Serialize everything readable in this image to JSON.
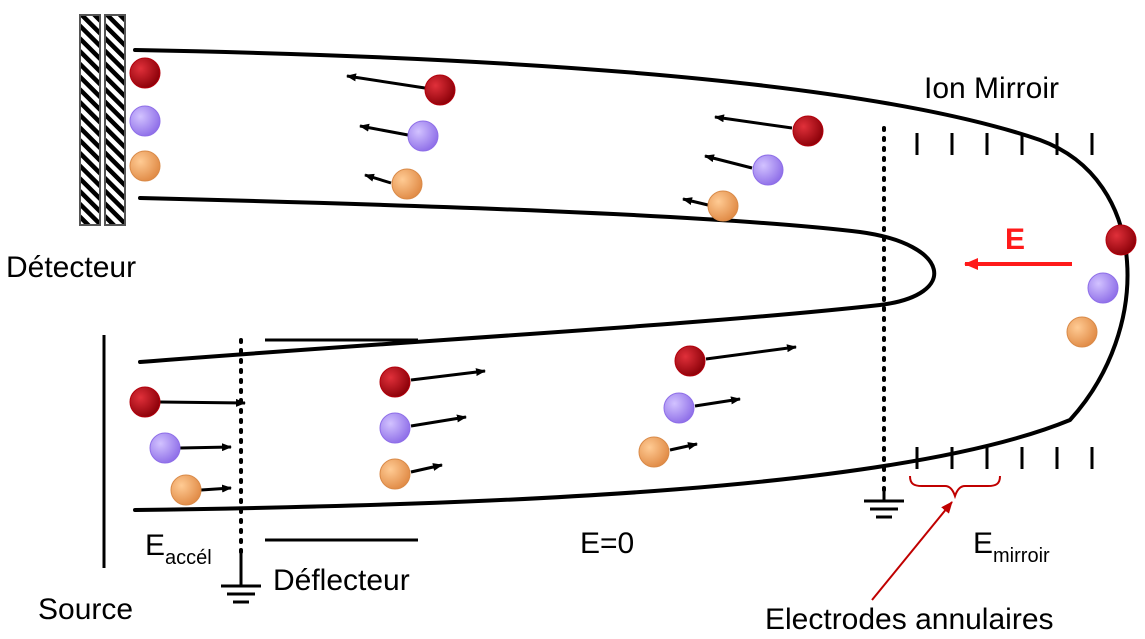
{
  "labels": {
    "ion_mirror": "Ion Mirroir",
    "detector": "Détecteur",
    "source": "Source",
    "deflector": "Déflecteur",
    "field_free": "E=0",
    "field_arrow": "E",
    "e_accel_main": "E",
    "e_accel_sub": "accél",
    "e_mirror_main": "E",
    "e_mirror_sub": "mirroir",
    "ring_electrodes": "Electrodes annulaires"
  },
  "colors": {
    "ion_heavy": "#b3000c",
    "ion_medium": "#a98af5",
    "ion_light": "#f0a060",
    "field_arrow": "#ff1a1a",
    "annotation": "#c00000",
    "line": "#000000"
  },
  "ion_species": [
    "heavy",
    "medium",
    "light"
  ]
}
